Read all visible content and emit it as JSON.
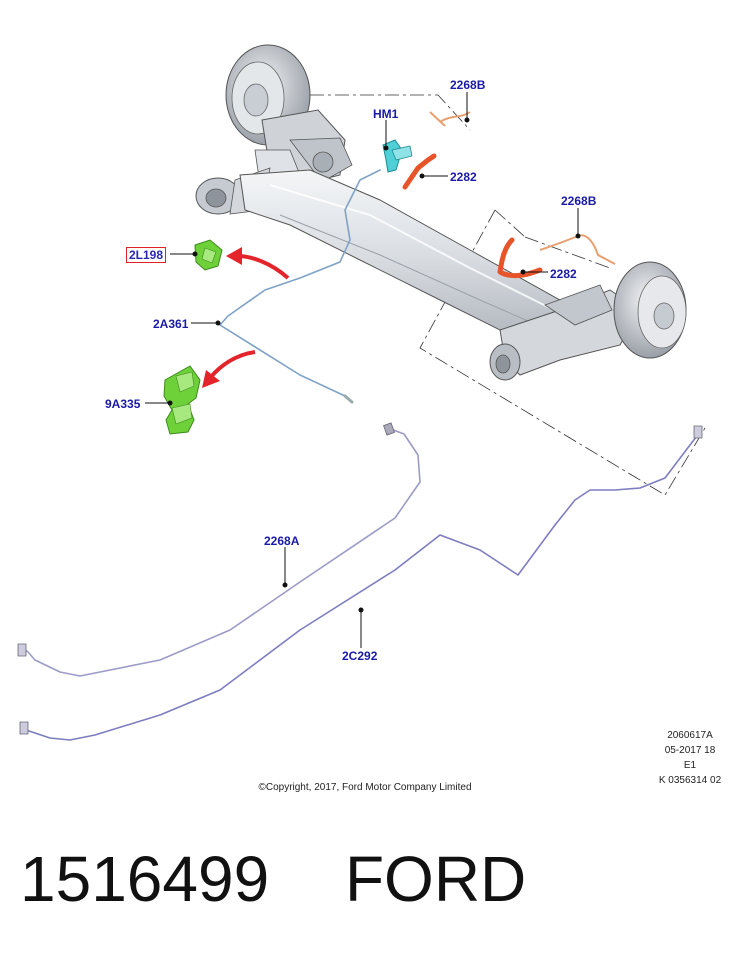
{
  "callouts": {
    "c_2268B_top": "2268B",
    "c_HM1": "HM1",
    "c_2282_top": "2282",
    "c_2268B_right": "2268B",
    "c_2282_right": "2282",
    "c_2L198": "2L198",
    "c_2A361": "2A361",
    "c_9A335": "9A335",
    "c_2268A": "2268A",
    "c_2C292": "2C292"
  },
  "meta": {
    "line1": "2060617A",
    "line2": "05-2017 18",
    "line3": "E1",
    "line4": "K 0356314 02"
  },
  "copyright": "©Copyright, 2017, Ford Motor Company Limited",
  "footer": {
    "part_number": "1516499",
    "brand": "FORD"
  },
  "colors": {
    "callout_text": "#1a1aa8",
    "highlight_box": "#e0202a",
    "arrow": "#e3242b",
    "green_part": "#6fd13a",
    "cyan_part": "#4fd0d6",
    "orange_hose": "#e8542a",
    "brake_line": "#7a7ab8"
  }
}
